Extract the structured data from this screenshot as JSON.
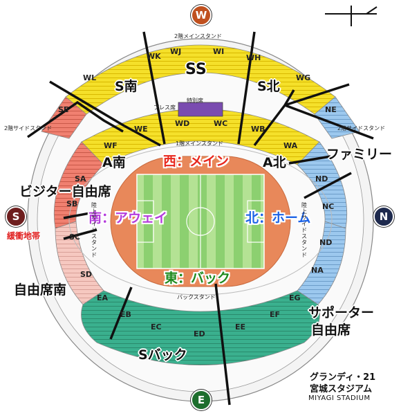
{
  "compass": {
    "W": "W",
    "E": "E",
    "S": "S",
    "N": "N"
  },
  "compass_colors": {
    "W": "#c0501e",
    "E": "#1e6e2e",
    "S": "#6e1e1e",
    "N": "#1e2a4e"
  },
  "zones": {
    "west": "西：メイン",
    "east": "東：バック",
    "south": "南：アウェイ",
    "north": "北：ホーム"
  },
  "zone_colors": {
    "west": "#e8281e",
    "east": "#1e8a1e",
    "south": "#b43cdc",
    "north": "#1e64e6"
  },
  "sections": {
    "ss": "SS",
    "s_minami": "S南",
    "s_kita": "S北",
    "a_minami": "A南",
    "a_kita": "A北",
    "family": "ファミリー",
    "visitor": "ビジター自由席",
    "buffer": "緩衝地帯",
    "jiyu_minami": "自由席南",
    "s_back": "Sバック",
    "supporter_1": "サポーター",
    "supporter_2": "自由席"
  },
  "blocks": {
    "wk": "WK",
    "wj": "WJ",
    "wi": "WI",
    "wh": "WH",
    "wl": "WL",
    "wg": "WG",
    "se": "SE",
    "ne": "NE",
    "we": "WE",
    "wd": "WD",
    "wc": "WC",
    "wb": "WB",
    "wf": "WF",
    "wa": "WA",
    "sa": "SA",
    "sb": "SB",
    "sc": "SC",
    "sd": "SD",
    "nd_top": "ND",
    "nc": "NC",
    "nd": "ND",
    "na": "NA",
    "ea": "EA",
    "eb": "EB",
    "ec": "EC",
    "ed": "ED",
    "ee": "EE",
    "ef": "EF",
    "eg": "EG"
  },
  "small_text": {
    "main_stand_2f": "2階メインスタンド",
    "press": "プレス席",
    "special": "特別席",
    "side_stand_left": "2階サイドスタンド",
    "side_stand_right": "2階サイドスタンド",
    "main_stand_1f": "1階メインスタンド",
    "back_stand": "バックスタンド",
    "side_left": "陸上サイドスタンド",
    "side_right": "陸上サイドスタンド"
  },
  "stadium": {
    "name1": "グランディ・21",
    "name2": "宮城スタジアム",
    "name3": "MIYAGI STADIUM"
  }
}
